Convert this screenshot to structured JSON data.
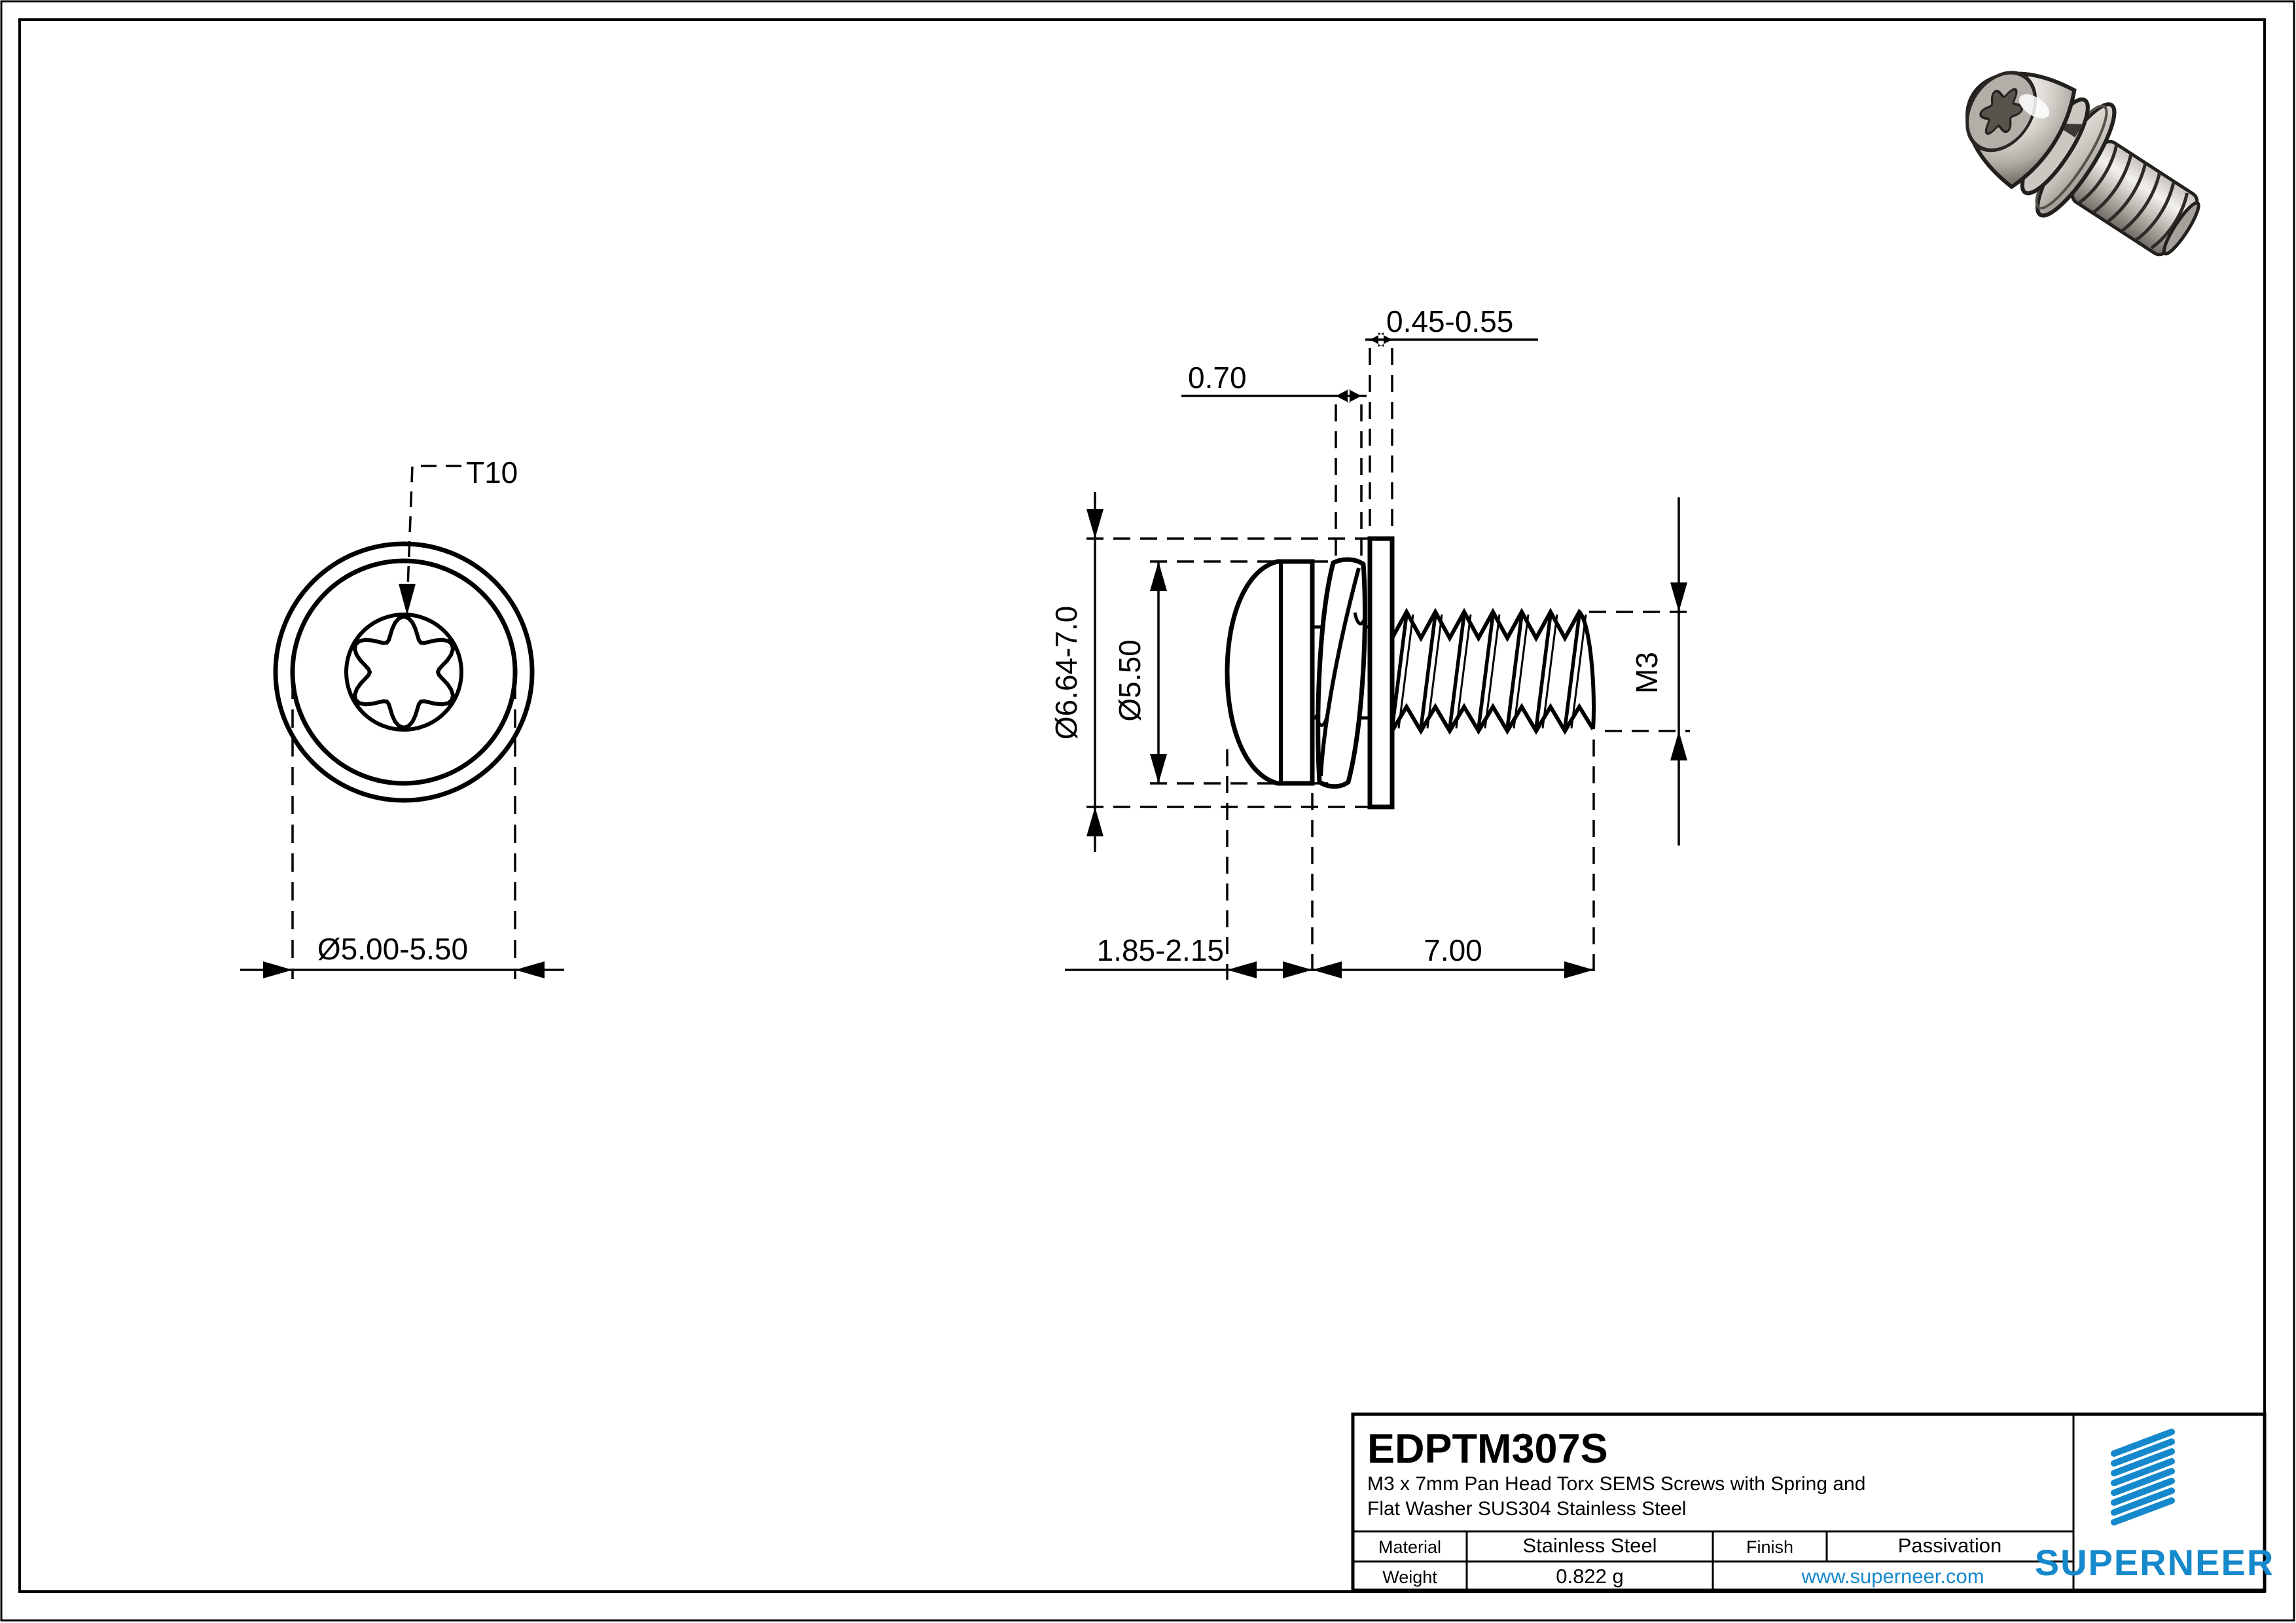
{
  "page": {
    "background": "#ffffff",
    "line_color": "#000000",
    "accent_blue": "#1589cb"
  },
  "views": {
    "front": {
      "torx_label": "T10",
      "head_diameter": "Ø5.00-5.50"
    },
    "side": {
      "flat_washer_thickness": "0.45-0.55",
      "spring_washer_thickness": "0.70",
      "washer_outer_diameter": "Ø6.64-7.0",
      "head_outer_diameter": "Ø5.50",
      "thread_spec": "M3",
      "head_height": "1.85-2.15",
      "thread_length": "7.00"
    }
  },
  "title_block": {
    "part_number": "EDPTM307S",
    "description_line1": "M3 x 7mm Pan Head Torx SEMS Screws with Spring and",
    "description_line2": "Flat Washer SUS304 Stainless Steel",
    "material_label": "Material",
    "material_value": "Stainless Steel",
    "finish_label": "Finish",
    "finish_value": "Passivation",
    "weight_label": "Weight",
    "weight_value": "0.822 g",
    "website": "www.superneer.com",
    "brand": "SUPERNEER"
  }
}
